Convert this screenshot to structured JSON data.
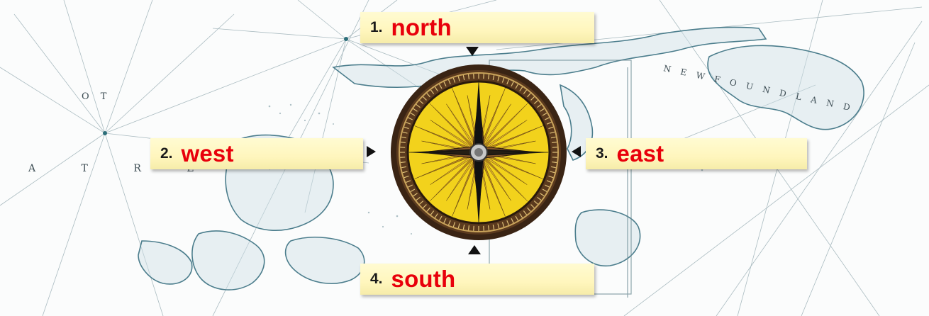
{
  "labels": {
    "north": {
      "number": "1.",
      "word": "north"
    },
    "west": {
      "number": "2.",
      "word": "west"
    },
    "east": {
      "number": "3.",
      "word": "east"
    },
    "south": {
      "number": "4.",
      "word": "south"
    }
  },
  "map_lettering": {
    "region_left_top": "O T",
    "region_left_bottom": "A T R E",
    "region_right": "N E W F O U N D L A N D"
  },
  "colors": {
    "answer_text": "#e8000b",
    "number_text": "#1a1a1a",
    "label_background": "#fff6bd",
    "compass_face": "#f2d21c",
    "compass_rim": "#3a2414",
    "map_ink": "#4b7d8c"
  },
  "icons": {
    "compass": "compass-rose-icon",
    "pointer_north": "triangle-down-icon",
    "pointer_south": "triangle-up-icon",
    "pointer_west": "triangle-right-icon",
    "pointer_east": "triangle-left-icon"
  }
}
